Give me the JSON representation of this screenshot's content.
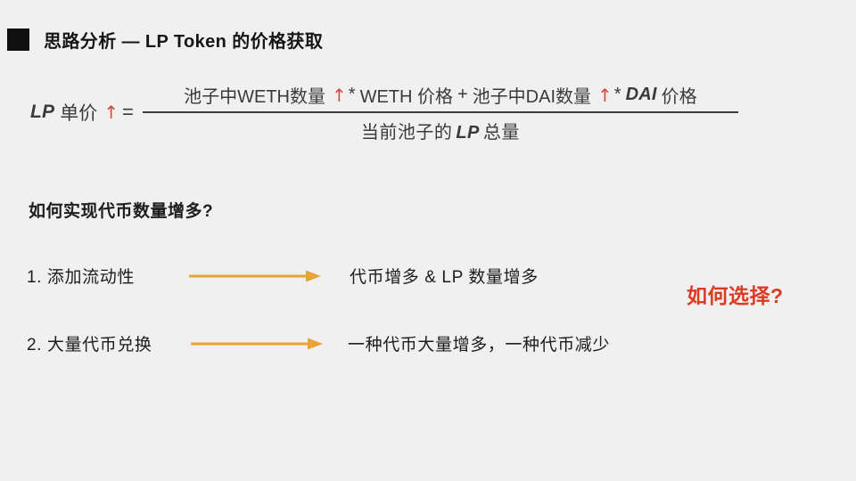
{
  "slide": {
    "background_color": "#f0f0f0",
    "title": "思路分析 — LP Token 的价格获取",
    "bullet_color": "#111111"
  },
  "formula": {
    "lhs_label_italic": "LP",
    "lhs_label_cn": "单价",
    "lhs_arrow": "↑",
    "equals": "=",
    "numerator": {
      "term1_text": "池子中WETH数量",
      "term1_arrow": "↑",
      "operator1": "*",
      "term2_text": "WETH 价格",
      "plus": "+",
      "term3_text": "池子中DAI数量",
      "term3_arrow": "↑",
      "operator2": "*",
      "term4_italic": "DAI",
      "term4_text": "价格",
      "full_text": "池子中WETH数量 ↑* WETH 价格 + 池子中DAI数量 ↑* DAI 价格"
    },
    "denominator": {
      "prefix": "当前池子的",
      "italic": "LP",
      "suffix": "总量",
      "full_text": "当前池子的 LP 总量"
    },
    "arrow_color": "#d9493a",
    "text_color": "#3a3a3a"
  },
  "question": "如何实现代币数量增多?",
  "options": [
    {
      "label": "1. 添加流动性",
      "arrow": "arrow-right-icon",
      "result": "代币增多 & LP 数量增多"
    },
    {
      "label": "2. 大量代币兑换",
      "arrow": "arrow-right-icon",
      "result": "一种代币大量增多，一种代币减少"
    }
  ],
  "callout": {
    "text": "如何选择?",
    "color": "#dc3b23"
  },
  "colors": {
    "background": "#f0f0f0",
    "arrow_orange": "#e8a335",
    "accent_red": "#dc3b23",
    "formula_red": "#d9493a",
    "text_dark": "#1d1d1d"
  }
}
